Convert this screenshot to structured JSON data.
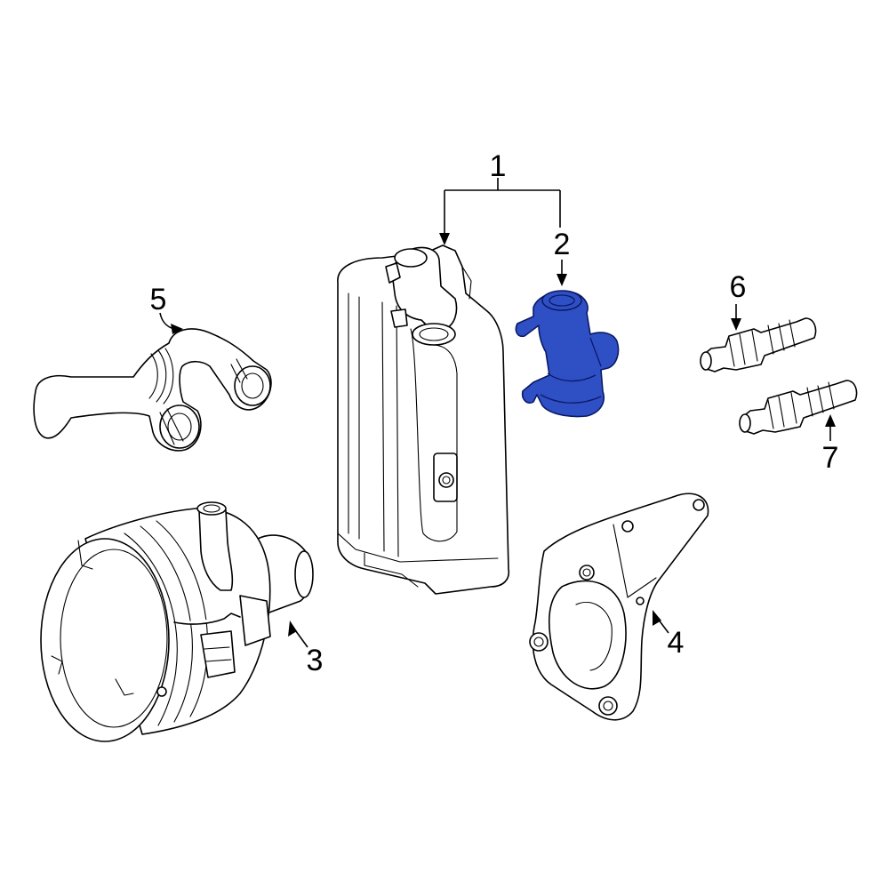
{
  "diagram": {
    "highlight_color": "#2f4fc4",
    "line_color": "#000000",
    "background": "#ffffff",
    "callouts": [
      {
        "id": "1",
        "label": "1"
      },
      {
        "id": "2",
        "label": "2"
      },
      {
        "id": "3",
        "label": "3"
      },
      {
        "id": "4",
        "label": "4"
      },
      {
        "id": "5",
        "label": "5"
      },
      {
        "id": "6",
        "label": "6"
      },
      {
        "id": "7",
        "label": "7"
      }
    ],
    "highlighted_part": "2"
  }
}
